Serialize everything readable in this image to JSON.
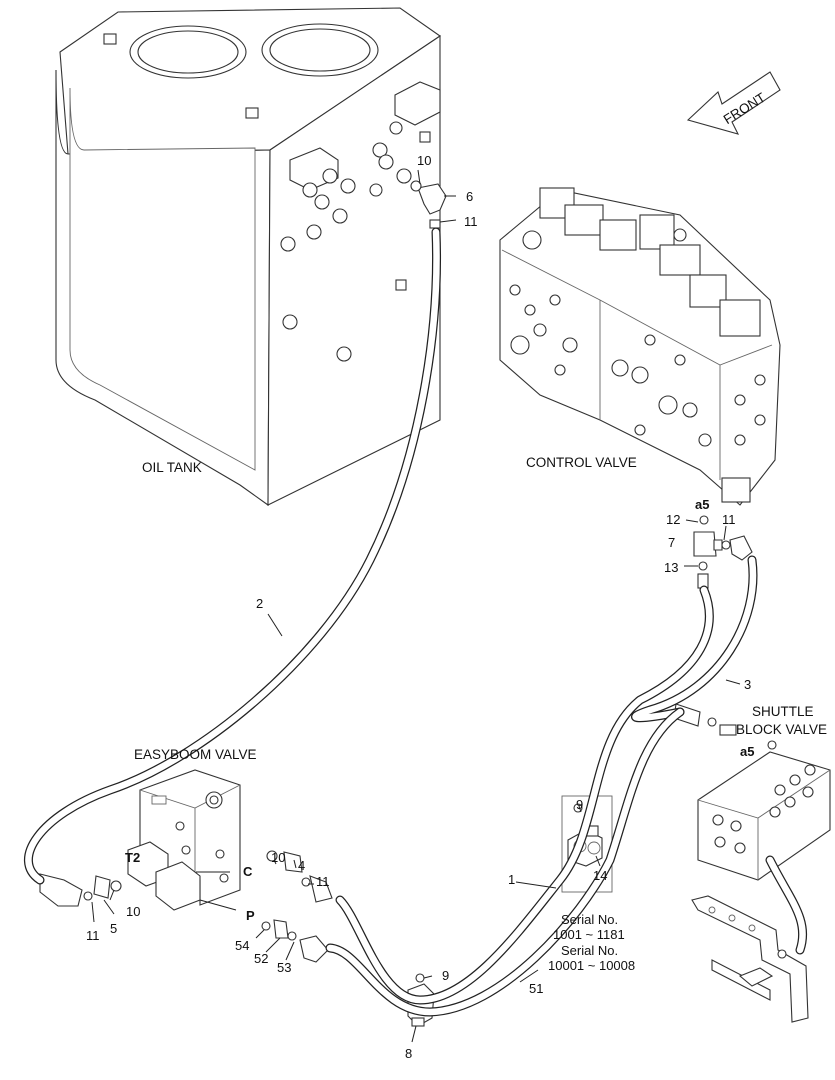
{
  "components": {
    "oil_tank": "OIL TANK",
    "control_valve": "CONTROL VALVE",
    "shuttle_block_valve_line1": "SHUTTLE",
    "shuttle_block_valve_line2": "BLOCK VALVE",
    "easyboom_valve": "EASYBOOM VALVE",
    "front": "FRONT"
  },
  "serial_note": {
    "line1": "Serial No.",
    "line2": "1001 ~ 1181",
    "line3": "Serial No.",
    "line4": "10001 ~ 10008"
  },
  "ports": {
    "a5_top": "a5",
    "a5_shuttle": "a5",
    "t2": "T2",
    "c": "C",
    "p": "P"
  },
  "callouts": {
    "n10_tank": "10",
    "n6": "6",
    "n11_tank": "11",
    "n12": "12",
    "n11_cv": "11",
    "n7": "7",
    "n13": "13",
    "n2": "2",
    "n3": "3",
    "n9_clamp": "9",
    "n14": "14",
    "n1": "1",
    "n10_c": "10",
    "n4": "4",
    "n11_c": "11",
    "n10_t2": "10",
    "n11_left": "11",
    "n5": "5",
    "n54": "54",
    "n52": "52",
    "n53": "53",
    "n9_bottom": "9",
    "n51": "51",
    "n8": "8"
  }
}
